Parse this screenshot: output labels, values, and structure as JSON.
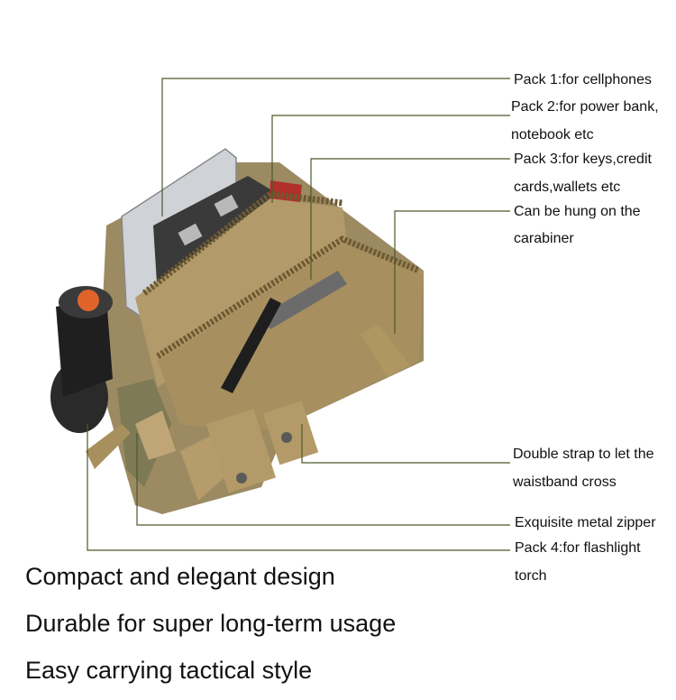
{
  "callouts": {
    "pack1": "Pack 1:for cellphones",
    "pack2_l1": "Pack 2:for power bank,",
    "pack2_l2": "notebook etc",
    "pack3_l1": "Pack 3:for keys,credit",
    "pack3_l2": "cards,wallets etc",
    "carabiner_l1": "Can be hung on the",
    "carabiner_l2": "carabiner",
    "strap_l1": "Double strap to let the",
    "strap_l2": "waistband cross",
    "zipper": "Exquisite metal zipper",
    "pack4_l1": "Pack 4:for flashlight",
    "pack4_l2": "torch"
  },
  "taglines": [
    "Compact and elegant design",
    "Durable for super long-term usage",
    "Easy carrying tactical style"
  ],
  "colors": {
    "leader_line": "#4a5a2a",
    "pouch_tan": "#a08a5c",
    "zipper": "#6e5a33",
    "flashlight": "#2a2a2a",
    "flashlight_button": "#e0642a"
  }
}
